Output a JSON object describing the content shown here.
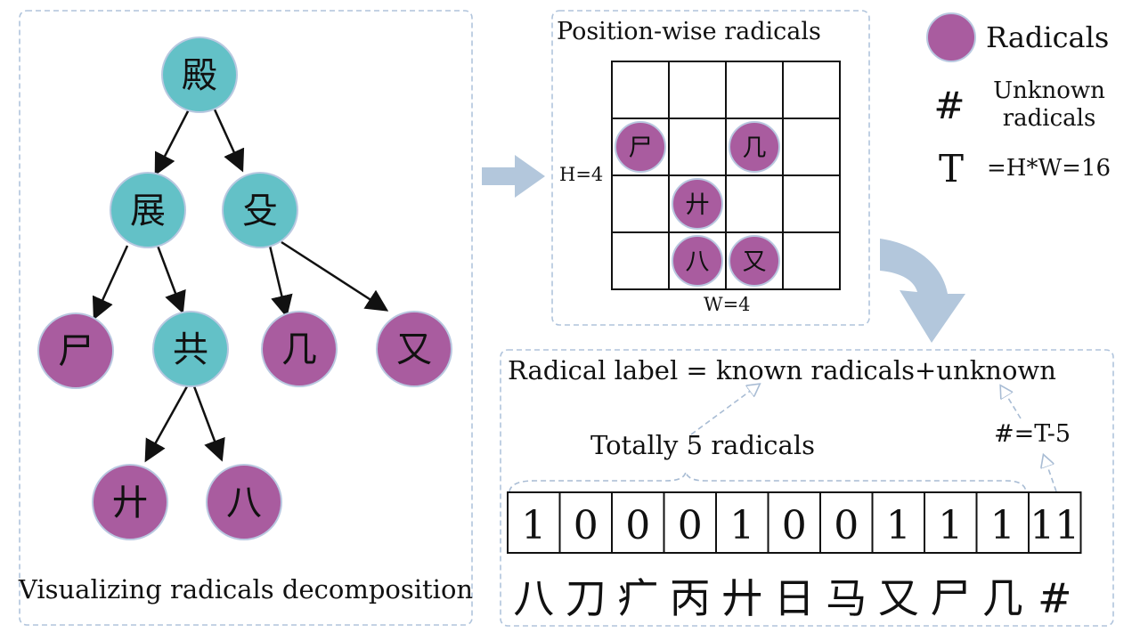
{
  "tree": {
    "caption": "Visualizing radicals decomposition",
    "root": "殿",
    "level1": [
      "展",
      "殳"
    ],
    "level2": [
      "尸",
      "共",
      "几",
      "又"
    ],
    "level3": [
      "廾",
      "八"
    ]
  },
  "grid": {
    "title": "Position-wise radicals",
    "h_label": "H=4",
    "w_label": "W=4",
    "cells": [
      {
        "row": 1,
        "col": 0,
        "radical": "尸"
      },
      {
        "row": 1,
        "col": 2,
        "radical": "几"
      },
      {
        "row": 2,
        "col": 1,
        "radical": "廾"
      },
      {
        "row": 3,
        "col": 1,
        "radical": "八"
      },
      {
        "row": 3,
        "col": 2,
        "radical": "又"
      }
    ]
  },
  "legend": {
    "radicals_label": "Radicals",
    "hash_symbol": "#",
    "unknown_label_line1": "Unknown",
    "unknown_label_line2": "radicals",
    "t_symbol": "T",
    "t_formula": "=H*W=16"
  },
  "label_panel": {
    "equation": "Radical label = known radicals+unknown",
    "total_note": "Totally 5 radicals",
    "hash_note": "#=T-5",
    "vector": [
      "1",
      "0",
      "0",
      "0",
      "1",
      "0",
      "0",
      "1",
      "1",
      "1",
      "11"
    ],
    "chars": [
      "八",
      "刀",
      "疒",
      "丙",
      "廾",
      "日",
      "马",
      "又",
      "尸",
      "几",
      "#"
    ]
  },
  "colors": {
    "teal": "#63c1c7",
    "purple": "#a95c9f",
    "node_border": "#b9c8e0",
    "panel_border": "#b0c4dc",
    "arrow_fill": "#b3c7dc"
  }
}
